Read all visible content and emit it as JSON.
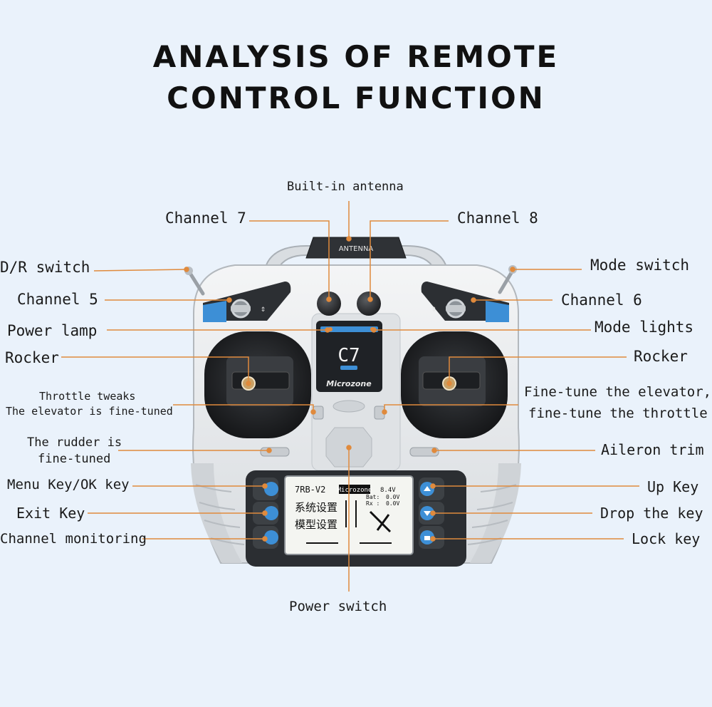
{
  "title": {
    "line1": "ANALYSIS OF REMOTE",
    "line2": "CONTROL FUNCTION"
  },
  "device": {
    "antenna_label": "ANTENNA",
    "model": "C7",
    "brand": "Microzone",
    "lcd": {
      "firmware": "7RB-V2",
      "brand": "Microzone",
      "voltage": "8.4V",
      "bat_label": "Bat:",
      "bat_value": "0.0V",
      "rx_label": "Rx :",
      "rx_value": "0.0V",
      "menu1": "系统设置",
      "menu2": "模型设置"
    }
  },
  "labels": {
    "antenna": "Built-in antenna",
    "channel7": "Channel 7",
    "channel8": "Channel 8",
    "dr_switch": "D/R switch",
    "mode_switch": "Mode switch",
    "channel5": "Channel 5",
    "channel6": "Channel 6",
    "power_lamp": "Power lamp",
    "mode_lights": "Mode lights",
    "rocker_left": "Rocker",
    "rocker_right": "Rocker",
    "throttle_tweaks_1": "Throttle tweaks",
    "throttle_tweaks_2": "The elevator is fine-tuned",
    "fine_tune_1": "Fine-tune the elevator,",
    "fine_tune_2": "fine-tune the throttle",
    "rudder_1": "The rudder is",
    "rudder_2": "fine-tuned",
    "aileron_trim": "Aileron trim",
    "menu_ok_key": "Menu Key/OK key",
    "up_key": "Up Key",
    "exit_key": "Exit Key",
    "drop_key": "Drop the key",
    "channel_monitoring": "Channel monitoring",
    "lock_key": "Lock key",
    "power_switch": "Power switch"
  },
  "colors": {
    "callout": "#e08a3c",
    "background": "#eaf2fb",
    "body": "#e9ecef",
    "accent_blue": "#3d8fd6"
  }
}
